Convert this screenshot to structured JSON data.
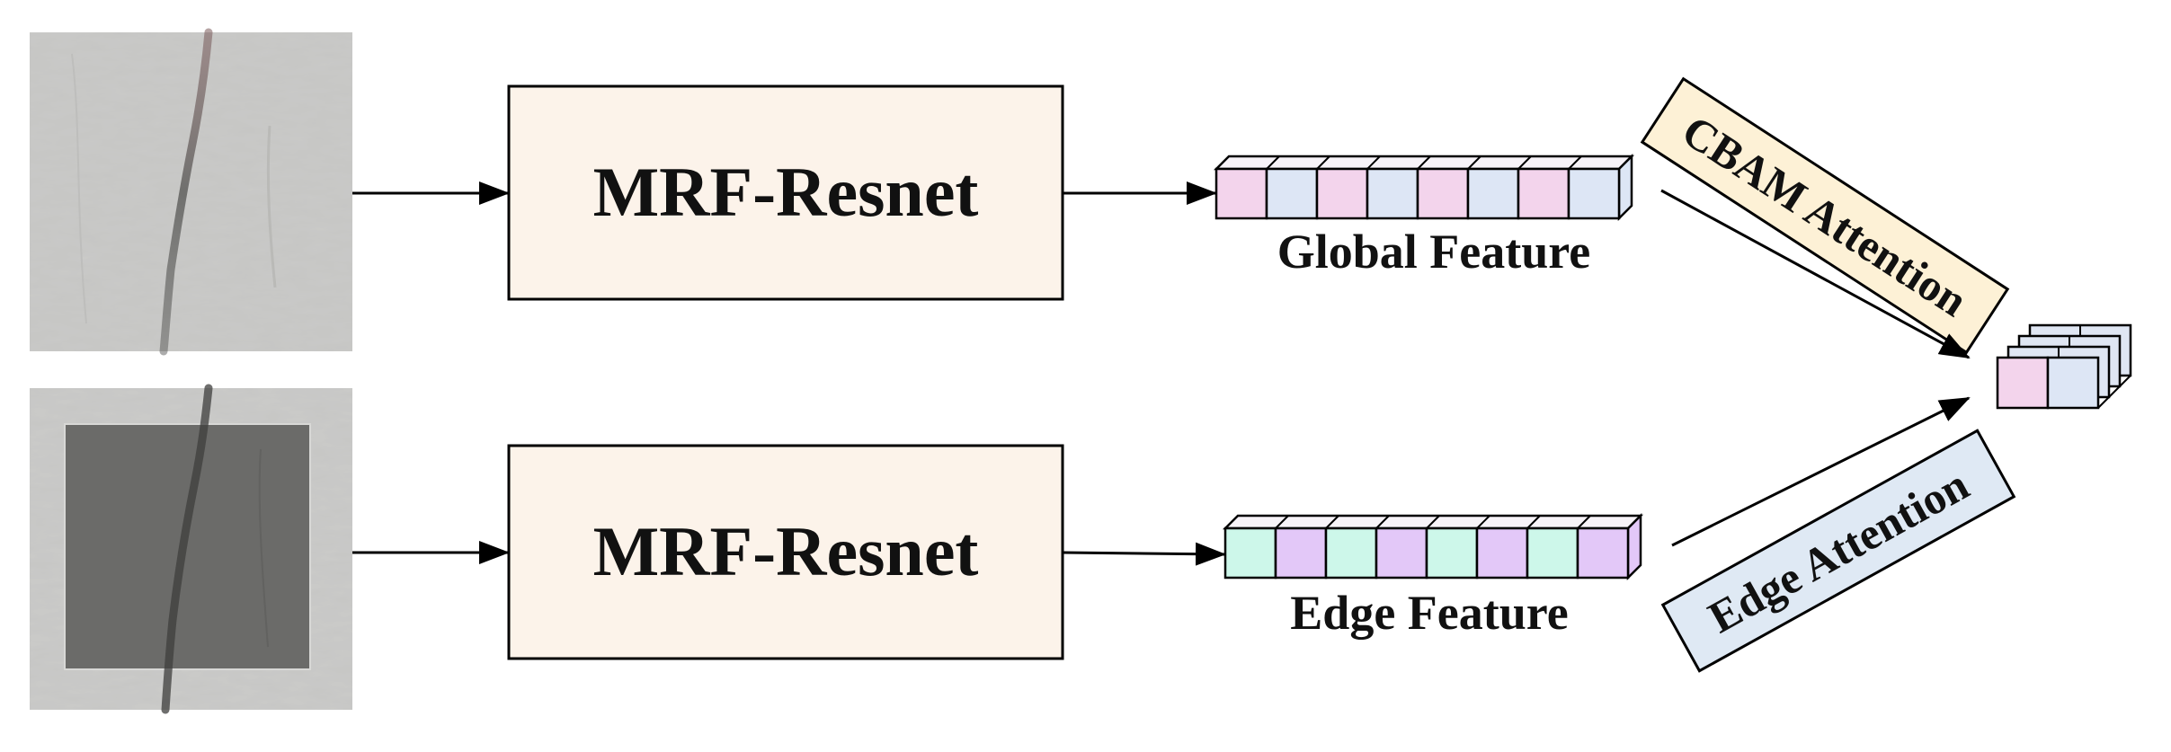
{
  "blocks": {
    "top_network": "MRF-Resnet",
    "bottom_network": "MRF-Resnet"
  },
  "features": {
    "global": "Global Feature",
    "edge": "Edge Feature"
  },
  "attention": {
    "cbam": "CBAM Attention",
    "edge": "Edge Attention"
  },
  "colors": {
    "network_fill": "#fcf3ea",
    "global_cell_a": "#f3d4ec",
    "global_cell_b": "#dde6f5",
    "edge_cell_a": "#cdf7ea",
    "edge_cell_b": "#e3c8f8",
    "cbam_fill": "#fdf1d6",
    "edge_attention_fill": "#dfe9f4",
    "crack_bg": "#c9c9c7",
    "mask_fill": "#6b6b69"
  }
}
